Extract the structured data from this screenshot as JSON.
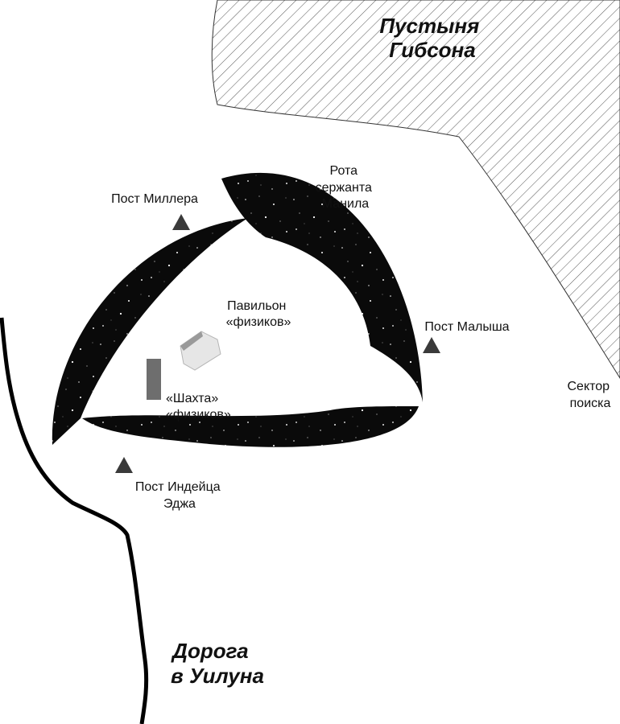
{
  "labels": {
    "desert": [
      "Пустыня",
      "Гибсона"
    ],
    "company": [
      "Рота",
      "сержанта",
      "Манила"
    ],
    "post_miller": "Пост Миллера",
    "pavilion": [
      "Павильон",
      "«физиков»"
    ],
    "post_malysh": "Пост Малыша",
    "sector": [
      "Сектор",
      "поиска"
    ],
    "shaft": [
      "«Шахта»",
      "«физиков»"
    ],
    "post_indian": [
      "Пост Индейца",
      "Эджа"
    ],
    "road": [
      "Дорога",
      "в Уилуна"
    ]
  },
  "colors": {
    "ring": "#0a0a0a",
    "star": "#ffffff",
    "marker": "#3a3a3a",
    "shaft": "#6e6e6e",
    "pavilion": "#e6e6e6",
    "road": "#000000",
    "hatch": "#555555"
  }
}
